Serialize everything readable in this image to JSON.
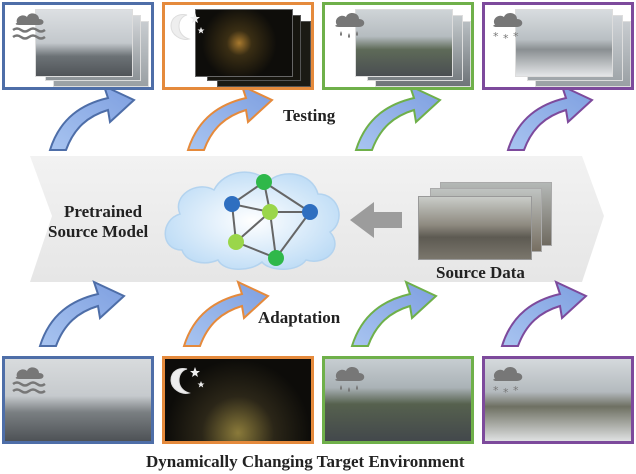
{
  "labels": {
    "testing": "Testing",
    "adaptation": "Adaptation",
    "model_line1": "Pretrained",
    "model_line2": "Source Model",
    "source_data": "Source Data",
    "footer": "Dynamically Changing Target Environment"
  },
  "conditions": [
    {
      "name": "fog",
      "icon": "fog-icon",
      "color": "#4e6ea8"
    },
    {
      "name": "night",
      "icon": "moon-stars-icon",
      "color": "#e58a3c"
    },
    {
      "name": "rain",
      "icon": "rain-cloud-icon",
      "color": "#6fb04a"
    },
    {
      "name": "snow",
      "icon": "snow-cloud-icon",
      "color": "#7d4a9c"
    }
  ],
  "colors": {
    "band": "#eeeeee",
    "arrow_fill": "#8fb0e8",
    "cloud": "#cfe6f8",
    "node_green": "#2fb84a",
    "node_blue": "#2f6fc0",
    "node_lime": "#9ad64a",
    "back_arrow": "#9a9a9a"
  }
}
